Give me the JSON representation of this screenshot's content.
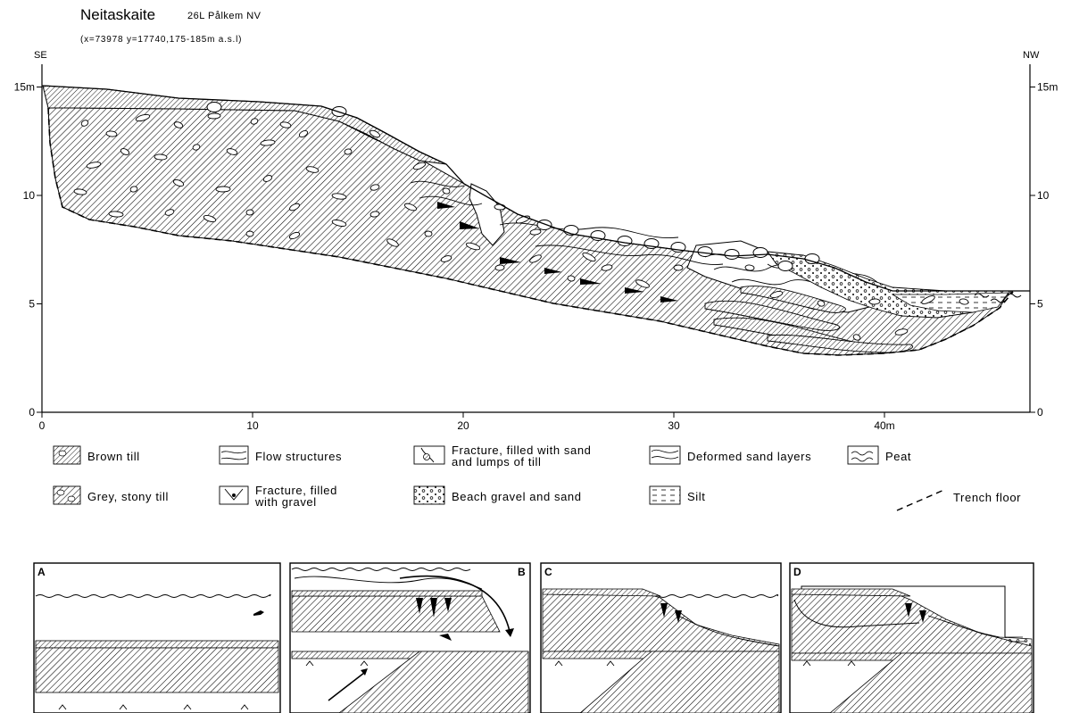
{
  "header": {
    "title": "Neitaskaite",
    "map_ref": "26L Pålkem NV",
    "coordinates": "(x=73978 y=17740,175-185m a.s.l)"
  },
  "profile": {
    "left_direction": "SE",
    "right_direction": "NW",
    "x_axis_unit": "m",
    "x_ticks": [
      {
        "value": 0,
        "label": "0"
      },
      {
        "value": 10,
        "label": "10"
      },
      {
        "value": 20,
        "label": "20"
      },
      {
        "value": 30,
        "label": "30"
      },
      {
        "value": 40,
        "label": "40m"
      }
    ],
    "y_ticks_left": [
      {
        "value": 0,
        "label": "0"
      },
      {
        "value": 5,
        "label": "5"
      },
      {
        "value": 10,
        "label": "10"
      },
      {
        "value": 15,
        "label": "15m"
      }
    ],
    "y_ticks_right": [
      {
        "value": 0,
        "label": "0"
      },
      {
        "value": 5,
        "label": "5"
      },
      {
        "value": 10,
        "label": "10"
      },
      {
        "value": 15,
        "label": "15m"
      }
    ]
  },
  "legend": {
    "brown_till": "Brown till",
    "grey_till": "Grey, stony till",
    "flow_structures": "Flow structures",
    "fracture_gravel_1": "Fracture, filled",
    "fracture_gravel_2": "with gravel",
    "fracture_sand_1": "Fracture, filled with sand",
    "fracture_sand_2": "and lumps of till",
    "beach_gravel": "Beach gravel and sand",
    "deformed_sand": "Deformed sand layers",
    "silt": "Silt",
    "peat": "Peat",
    "trench_floor": "Trench floor"
  },
  "panels": [
    {
      "id": "A",
      "label": "A"
    },
    {
      "id": "B",
      "label": "B"
    },
    {
      "id": "C",
      "label": "C"
    },
    {
      "id": "D",
      "label": "D"
    }
  ],
  "colors": {
    "ink": "#000000",
    "paper": "#ffffff"
  }
}
